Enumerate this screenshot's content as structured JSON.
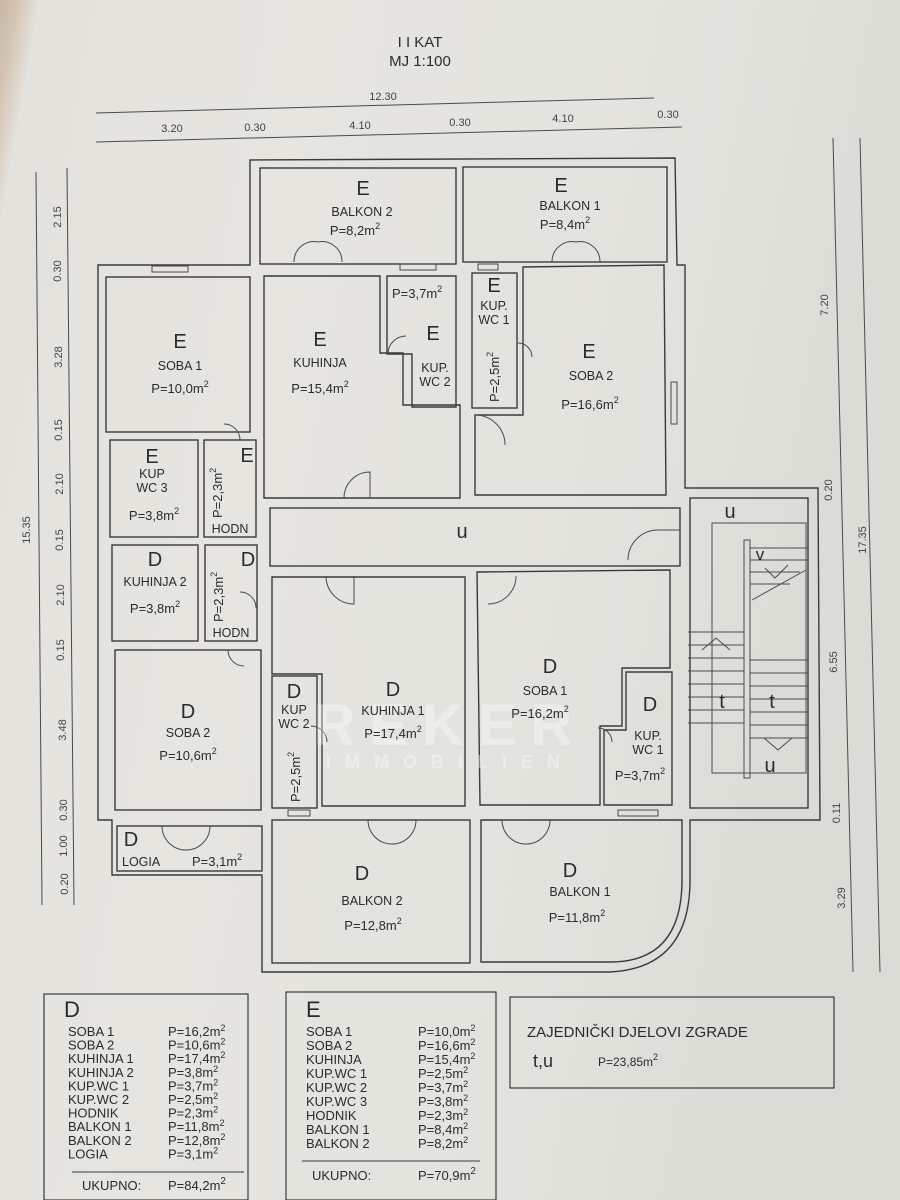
{
  "title": {
    "floor": "I I KAT",
    "scale": "MJ 1:100"
  },
  "dimensions": {
    "top_total": "12.30",
    "top_segments": [
      "3.20",
      "0.30",
      "4.10",
      "0.30",
      "4.10",
      "0.30"
    ],
    "left_total": "15.35",
    "left_segments": [
      "2.15",
      "0.30",
      "3.28",
      "0.15",
      "2.10",
      "0.15",
      "2.10",
      "0.15",
      "3.48",
      "0.30",
      "1.00",
      "0.20"
    ],
    "right_inner": [
      "7.20",
      "0.20",
      "6.55",
      "0.11",
      "3.29"
    ],
    "right_total": "17.35"
  },
  "rooms": {
    "e_balkon2": {
      "unit": "E",
      "name": "BALKON 2",
      "area": "P=8,2m",
      "sup": "2"
    },
    "e_balkon1": {
      "unit": "E",
      "name": "BALKON 1",
      "area": "P=8,4m",
      "sup": "2"
    },
    "e_soba1": {
      "unit": "E",
      "name": "SOBA 1",
      "area": "P=10,0m",
      "sup": "2"
    },
    "e_kuhinja": {
      "unit": "E",
      "name": "KUHINJA",
      "area": "P=15,4m",
      "sup": "2"
    },
    "e_wc2": {
      "unit": "E",
      "name1": "KUP.",
      "name2": "WC 2",
      "area": "P=3,7m",
      "sup": "2"
    },
    "e_wc1": {
      "unit": "E",
      "name1": "KUP.",
      "name2": "WC 1",
      "area": "P=2,5m",
      "sup": "2"
    },
    "e_soba2": {
      "unit": "E",
      "name": "SOBA 2",
      "area": "P=16,6m",
      "sup": "2"
    },
    "e_wc3": {
      "unit": "E",
      "name1": "KUP",
      "name2": "WC 3",
      "area": "P=3,8m",
      "sup": "2"
    },
    "e_hodn": {
      "unit": "E",
      "name": "HODN",
      "area": "P=2,3m",
      "sup": "2"
    },
    "corridor": {
      "label": "u"
    },
    "d_kuhinja2": {
      "unit": "D",
      "name": "KUHINJA 2",
      "area": "P=3,8m",
      "sup": "2"
    },
    "d_hodn": {
      "unit": "D",
      "name": "HODN",
      "area": "P=2,3m",
      "sup": "2"
    },
    "d_soba2": {
      "unit": "D",
      "name": "SOBA 2",
      "area": "P=10,6m",
      "sup": "2"
    },
    "d_wc2": {
      "unit": "D",
      "name1": "KUP",
      "name2": "WC 2",
      "area": "P=2,5m",
      "sup": "2"
    },
    "d_kuhinja1": {
      "unit": "D",
      "name": "KUHINJA 1",
      "area": "P=17,4m",
      "sup": "2"
    },
    "d_soba1": {
      "unit": "D",
      "name": "SOBA 1",
      "area": "P=16,2m",
      "sup": "2"
    },
    "d_wc1": {
      "unit": "D",
      "name1": "KUP.",
      "name2": "WC 1",
      "area": "P=3,7m",
      "sup": "2"
    },
    "d_logia": {
      "unit": "D",
      "name": "LOGIA",
      "area": "P=3,1m",
      "sup": "2"
    },
    "d_balkon2": {
      "unit": "D",
      "name": "BALKON 2",
      "area": "P=12,8m",
      "sup": "2"
    },
    "d_balkon1": {
      "unit": "D",
      "name": "BALKON 1",
      "area": "P=11,8m",
      "sup": "2"
    }
  },
  "stairs": {
    "landing_top": "u",
    "landing_bottom": "u",
    "flight_left": "t",
    "flight_right": "t",
    "down_mark": "v"
  },
  "watermark": {
    "brand": "REKER",
    "sub": "IMMOBILIEN"
  },
  "legend_d": {
    "heading": "D",
    "rows": [
      {
        "name": "SOBA 1",
        "area": "P=16,2m"
      },
      {
        "name": "SOBA 2",
        "area": "P=10,6m"
      },
      {
        "name": "KUHINJA 1",
        "area": "P=17,4m"
      },
      {
        "name": "KUHINJA 2",
        "area": "P=3,8m"
      },
      {
        "name": "KUP.WC 1",
        "area": "P=3,7m"
      },
      {
        "name": "KUP.WC 2",
        "area": "P=2,5m"
      },
      {
        "name": "HODNIK",
        "area": "P=2,3m"
      },
      {
        "name": "BALKON 1",
        "area": "P=11,8m"
      },
      {
        "name": "BALKON 2",
        "area": "P=12,8m"
      },
      {
        "name": "LOGIA",
        "area": "P=3,1m"
      }
    ],
    "total_label": "UKUPNO:",
    "total_area": "P=84,2m",
    "sup": "2"
  },
  "legend_e": {
    "heading": "E",
    "rows": [
      {
        "name": "SOBA 1",
        "area": "P=10,0m"
      },
      {
        "name": "SOBA 2",
        "area": "P=16,6m"
      },
      {
        "name": "KUHINJA",
        "area": "P=15,4m"
      },
      {
        "name": "KUP.WC 1",
        "area": "P=2,5m"
      },
      {
        "name": "KUP.WC 2",
        "area": "P=3,7m"
      },
      {
        "name": "KUP.WC 3",
        "area": "P=3,8m"
      },
      {
        "name": "HODNIK",
        "area": "P=2,3m"
      },
      {
        "name": "BALKON 1",
        "area": "P=8,4m"
      },
      {
        "name": "BALKON 2",
        "area": "P=8,2m"
      }
    ],
    "total_label": "UKUPNO:",
    "total_area": "P=70,9m",
    "sup": "2"
  },
  "common": {
    "title": "ZAJEDNIČKI DJELOVI ZGRADE",
    "symbols": "t,u",
    "area": "P=23,85m",
    "sup": "2"
  },
  "colors": {
    "hatch_e": "#7d8b99",
    "hatch_d": "#6aa7b8",
    "line": "#3a3a3a",
    "paper": "#e6e5e0"
  }
}
